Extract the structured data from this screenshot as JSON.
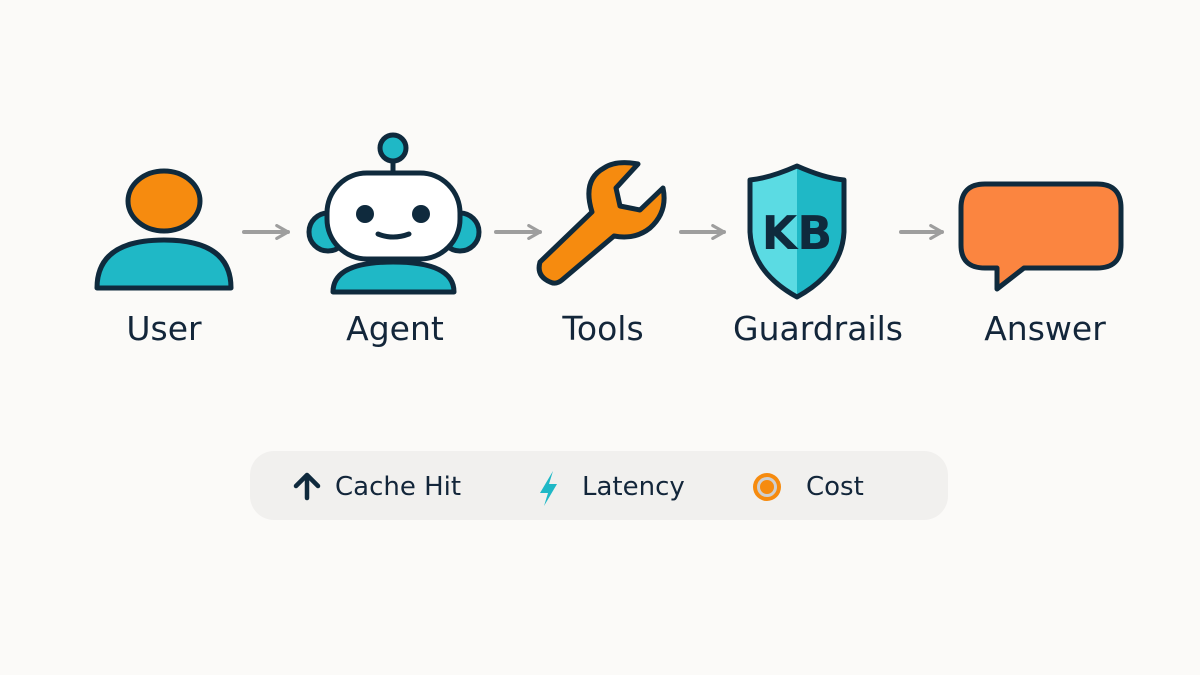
{
  "colors": {
    "outline": "#0f2a3d",
    "teal": "#1fb8c6",
    "teal_light": "#5bdbe3",
    "orange": "#f68b0f",
    "bubble": "#fb8540",
    "arrow": "#9e9e9e",
    "legend_bg": "#f1f0ee"
  },
  "flow": {
    "steps": [
      {
        "label": "User",
        "icon": "user-icon"
      },
      {
        "label": "Agent",
        "icon": "robot-icon"
      },
      {
        "label": "Tools",
        "icon": "wrench-icon"
      },
      {
        "label": "Guardrails",
        "icon": "shield-icon",
        "badge": "KB"
      },
      {
        "label": "Answer",
        "icon": "speech-bubble-icon"
      }
    ]
  },
  "legend": {
    "items": [
      {
        "label": "Cache Hit",
        "icon": "arrow-up-icon"
      },
      {
        "label": "Latency",
        "icon": "lightning-icon"
      },
      {
        "label": "Cost",
        "icon": "coin-icon"
      }
    ]
  }
}
